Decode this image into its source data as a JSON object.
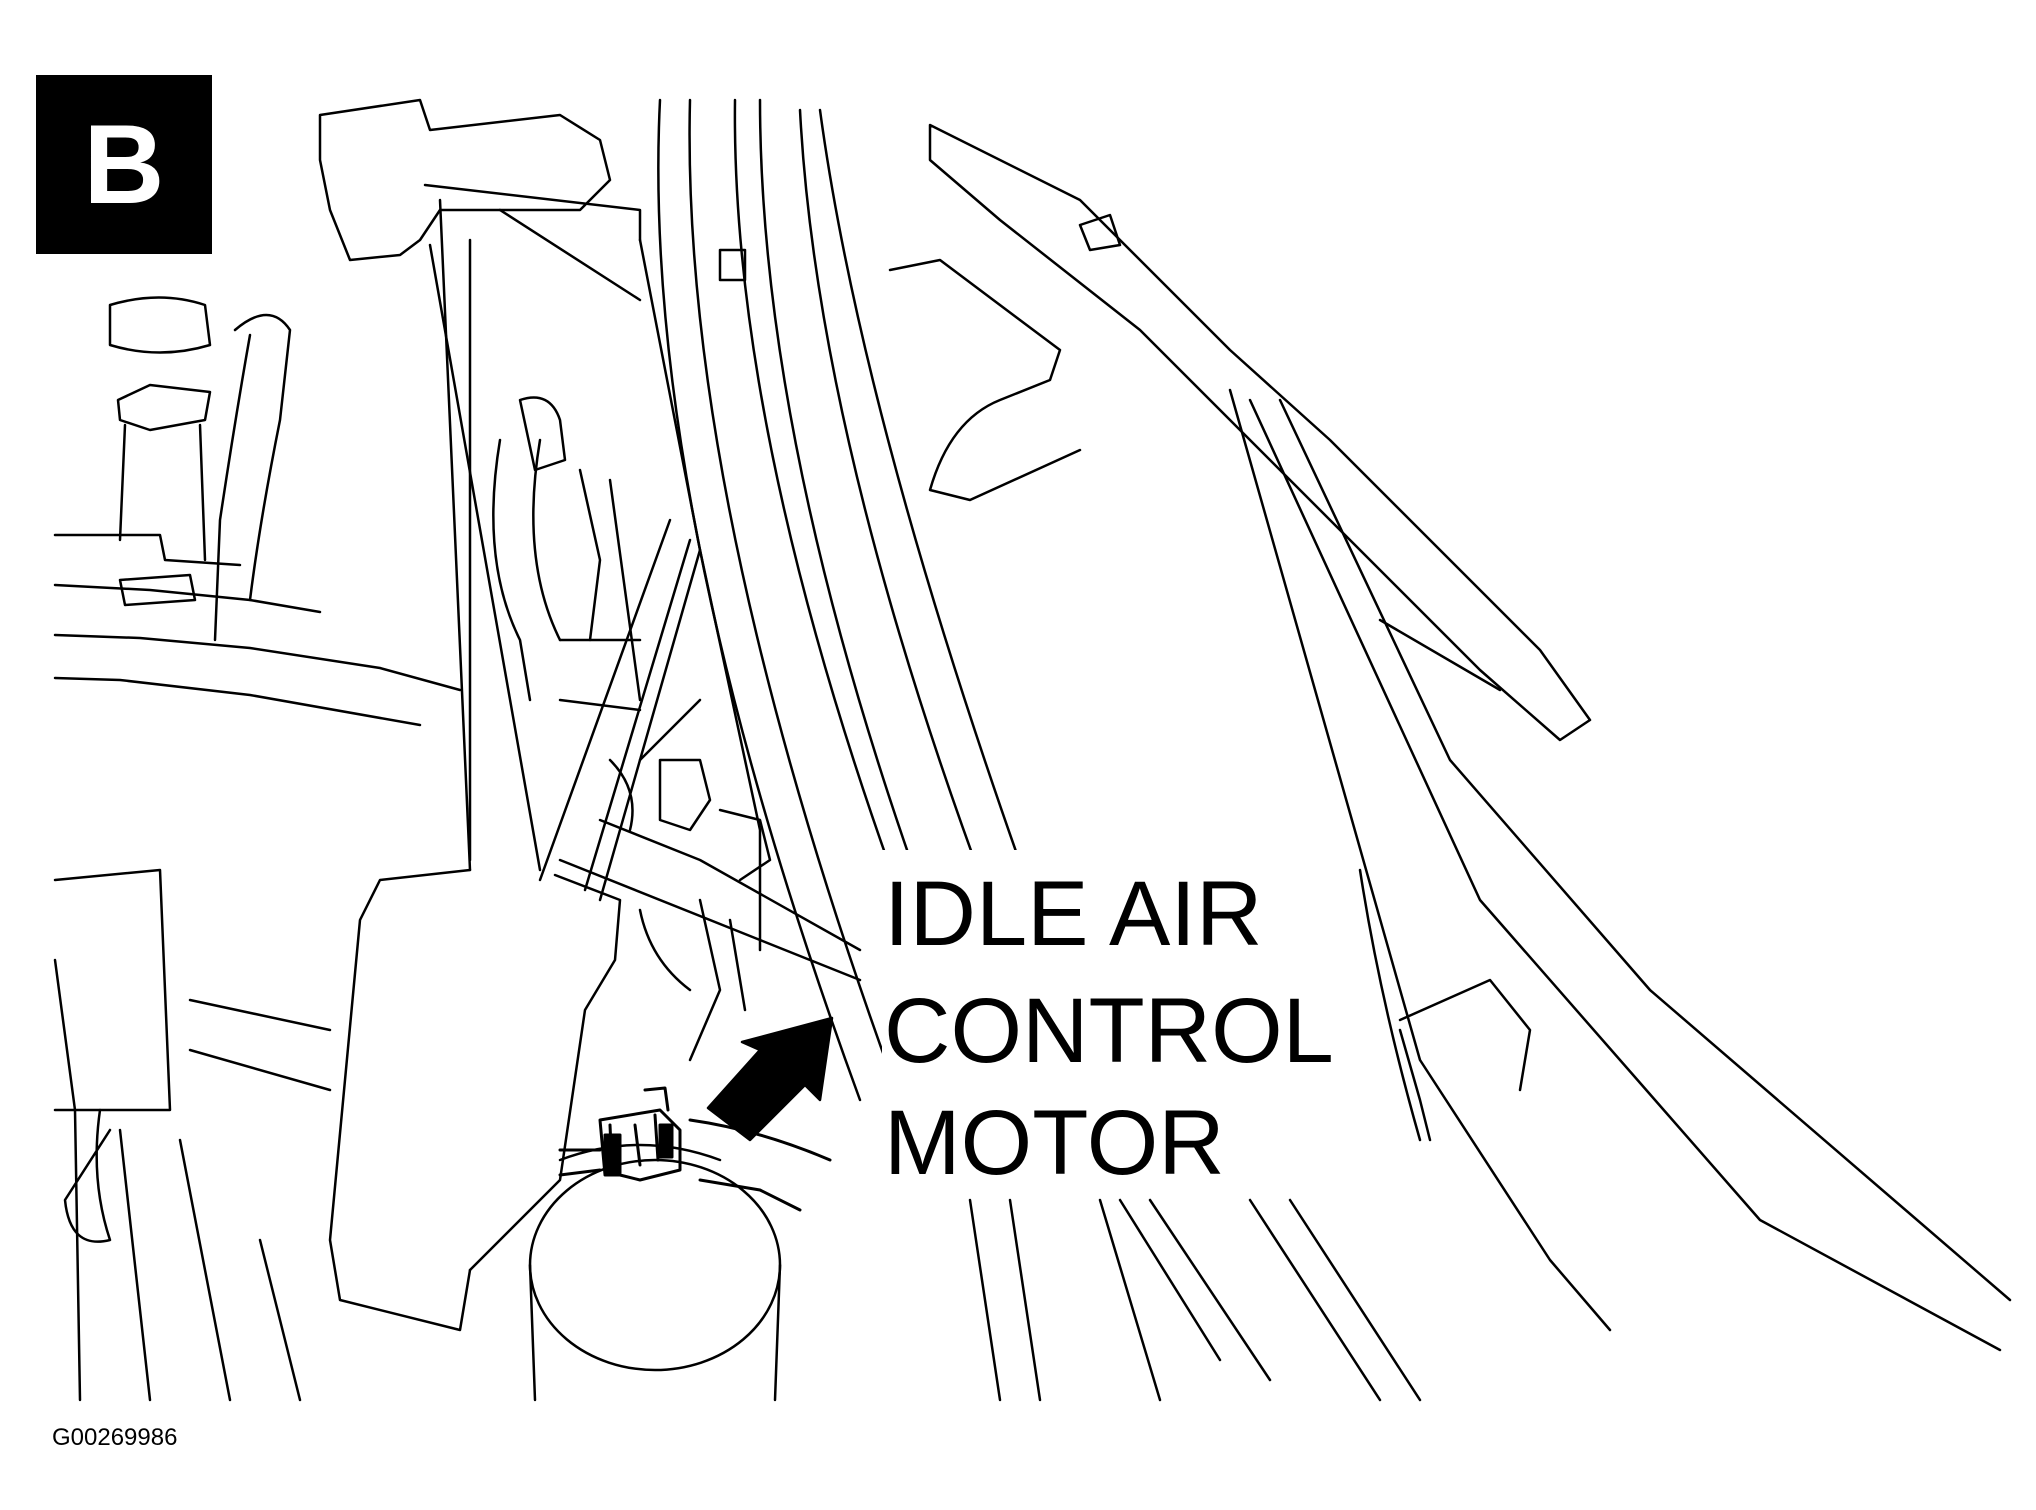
{
  "figure": {
    "panel_letter": "B",
    "callout": {
      "lines": [
        "IDLE AIR",
        "CONTROL",
        "MOTOR"
      ]
    },
    "figure_id": "G00269986",
    "icons": {
      "arrow": "arrow-pointer-icon"
    }
  }
}
